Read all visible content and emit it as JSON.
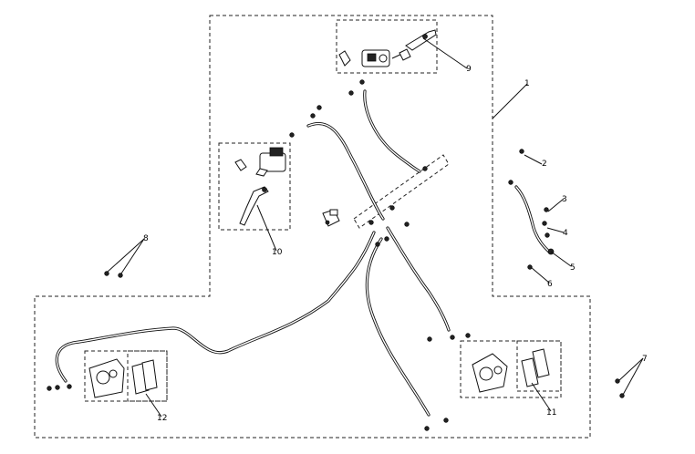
{
  "callouts": {
    "c1": "1",
    "c2": "2",
    "c3": "3",
    "c4": "4",
    "c5": "5",
    "c6": "6",
    "c7": "7",
    "c8": "8",
    "c9": "9",
    "c10": "10",
    "c11": "11",
    "c12": "12"
  },
  "icons": {
    "caliper": "brake-caliper-icon",
    "pads": "brake-pads-icon",
    "master_cylinder": "master-cylinder-icon",
    "lever": "brake-lever-icon",
    "bolt": "bolt-icon"
  }
}
